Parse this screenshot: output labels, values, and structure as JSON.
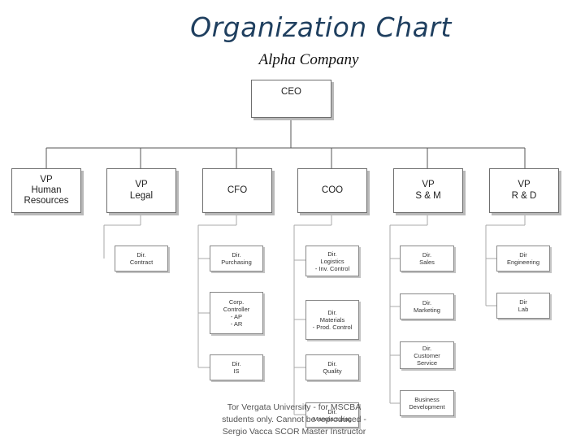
{
  "header": {
    "title": "Organization Chart",
    "subtitle": "Alpha Company"
  },
  "ceo": {
    "label": "CEO"
  },
  "vps": [
    {
      "label": "VP\nHuman\nResources"
    },
    {
      "label": "VP\nLegal"
    },
    {
      "label": "CFO"
    },
    {
      "label": "COO"
    },
    {
      "label": "VP\nS & M"
    },
    {
      "label": "VP\nR & D"
    }
  ],
  "directors": {
    "legal": [
      {
        "label": "Dir.\nContract"
      }
    ],
    "cfo": [
      {
        "label": "Dir.\nPurchasing"
      },
      {
        "label": "Corp.\nController\n- AP\n- AR"
      },
      {
        "label": "Dir.\nIS"
      }
    ],
    "coo": [
      {
        "label": "Dir.\nLogistics\n- Inv. Control"
      },
      {
        "label": "Dir.\nMaterials\n- Prod. Control"
      },
      {
        "label": "Dir.\nQuality"
      },
      {
        "label": "Dir.\nManufacturing"
      }
    ],
    "sm": [
      {
        "label": "Dir.\nSales"
      },
      {
        "label": "Dir.\nMarketing"
      },
      {
        "label": "Dir.\nCustomer\nService"
      },
      {
        "label": "Business\nDevelopment"
      }
    ],
    "rd": [
      {
        "label": "Dir\nEngineering"
      },
      {
        "label": "Dir\nLab"
      }
    ]
  },
  "watermark": {
    "line1": "Tor Vergata University - for MSCBA",
    "line2": "students only. Cannot be reproduced -",
    "line3": "Sergio Vacca SCOR Master Instructor"
  },
  "colors": {
    "title": "#1f3f5f",
    "box_border": "#6e6e6e",
    "shadow": "#b9b9b9",
    "connector": "#555555",
    "light_connector": "#aaaaaa"
  }
}
